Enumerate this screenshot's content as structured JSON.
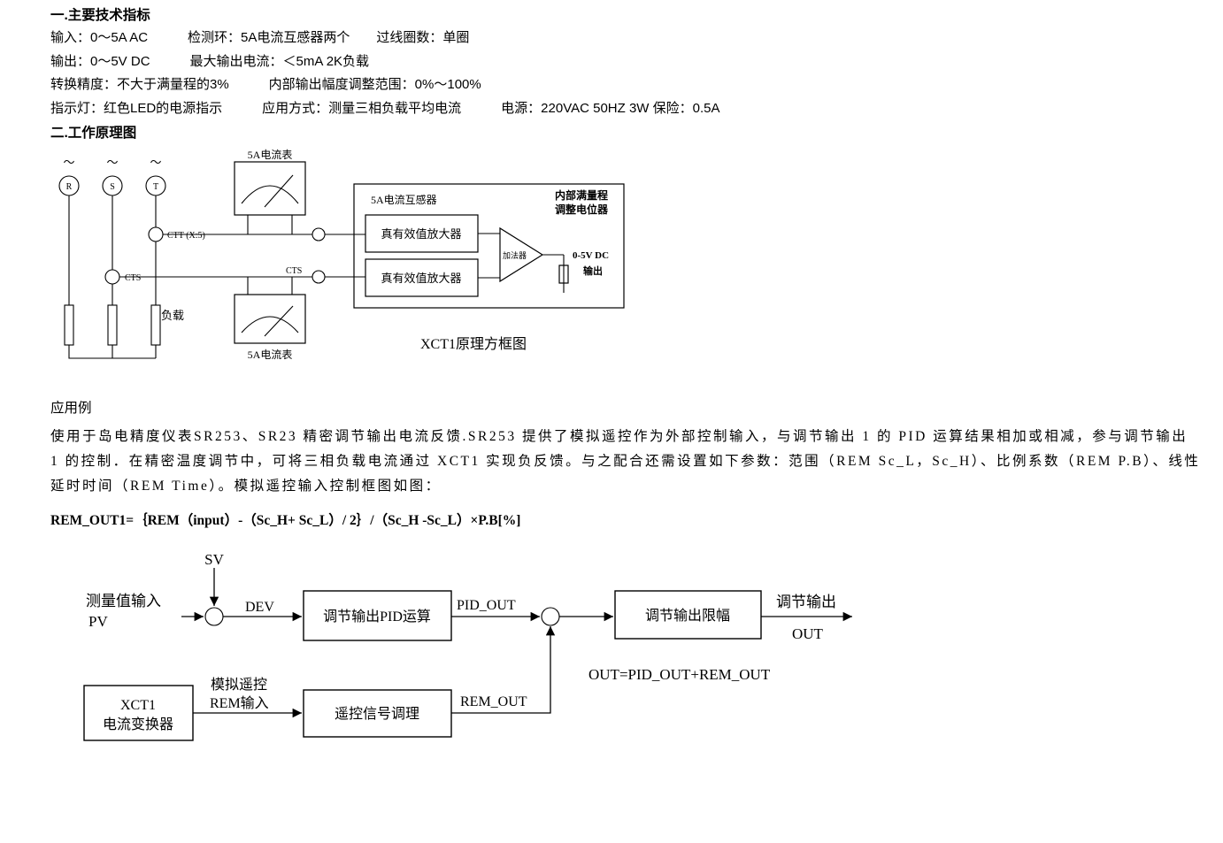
{
  "spec": {
    "title": "一.主要技术指标",
    "lines": [
      "输入：0～5A  AC　　　检测环：5A电流互感器两个　　过线圈数：单圈",
      "输出：0～5V DC　　　最大输出电流：＜5mA  2K负载",
      "转换精度：不大于满量程的3%　　　内部输出幅度调整范围：0%～100%",
      "指示灯：红色LED的电源指示　　　应用方式：测量三相负载平均电流　　　电源：220VAC  50HZ  3W  保险：0.5A"
    ],
    "principle_title": "二.工作原理图"
  },
  "circuit": {
    "ac_symbol": "～",
    "phase_r": "R",
    "phase_s": "S",
    "phase_t": "T",
    "ammeter_top_label": "5A电流表",
    "ammeter_bottom_label": "5A电流表",
    "ctt_label": "CTT (X:5)",
    "cts_label": "CTS",
    "cts_wire_label": "CTS",
    "load_label": "负载",
    "block_title": "5A电流互感器",
    "pot_title_line1": "内部满量程",
    "pot_title_line2": "调整电位器",
    "rms_amp_1": "真有效值放大器",
    "rms_amp_2": "真有效值放大器",
    "adder_label": "加法器",
    "output_line1": "0-5V DC",
    "output_line2": "输出",
    "caption": "XCT1原理方框图"
  },
  "application": {
    "title": "应用例",
    "para_lines": [
      "使用于岛电精度仪表SR253、SR23 精密调节输出电流反馈.SR253 提供了模拟遥控作为外部控制输入，与调节输出 1 的 PID 运算结果相加或相减，参与调节输出",
      "1 的控制．在精密温度调节中，可将三相负载电流通过 XCT1 实现负反馈。与之配合还需设置如下参数：范围（REM Sc_L，Sc_H）、比例系数（REM P.B）、线性",
      "延时时间（REM Time）。模拟遥控输入控制框图如图："
    ],
    "formula": "REM_OUT1=｛REM（input）-（Sc_H+ Sc_L）/ 2｝/（Sc_H -Sc_L）×P.B[%]"
  },
  "flow": {
    "sv_label": "SV",
    "pv_title": "测量值输入",
    "pv_label": "PV",
    "dev_label": "DEV",
    "pid_box": "调节输出PID运算",
    "pid_out_label": "PID_OUT",
    "limit_box": "调节输出限幅",
    "out_title": "调节输出",
    "out_label": "OUT",
    "equation": "OUT=PID_OUT+REM_OUT",
    "xct1_line1": "XCT1",
    "xct1_line2": "电流变换器",
    "rem_title1": "模拟遥控",
    "rem_title2": "REM输入",
    "signal_box": "遥控信号调理",
    "rem_out_label": "REM_OUT"
  }
}
